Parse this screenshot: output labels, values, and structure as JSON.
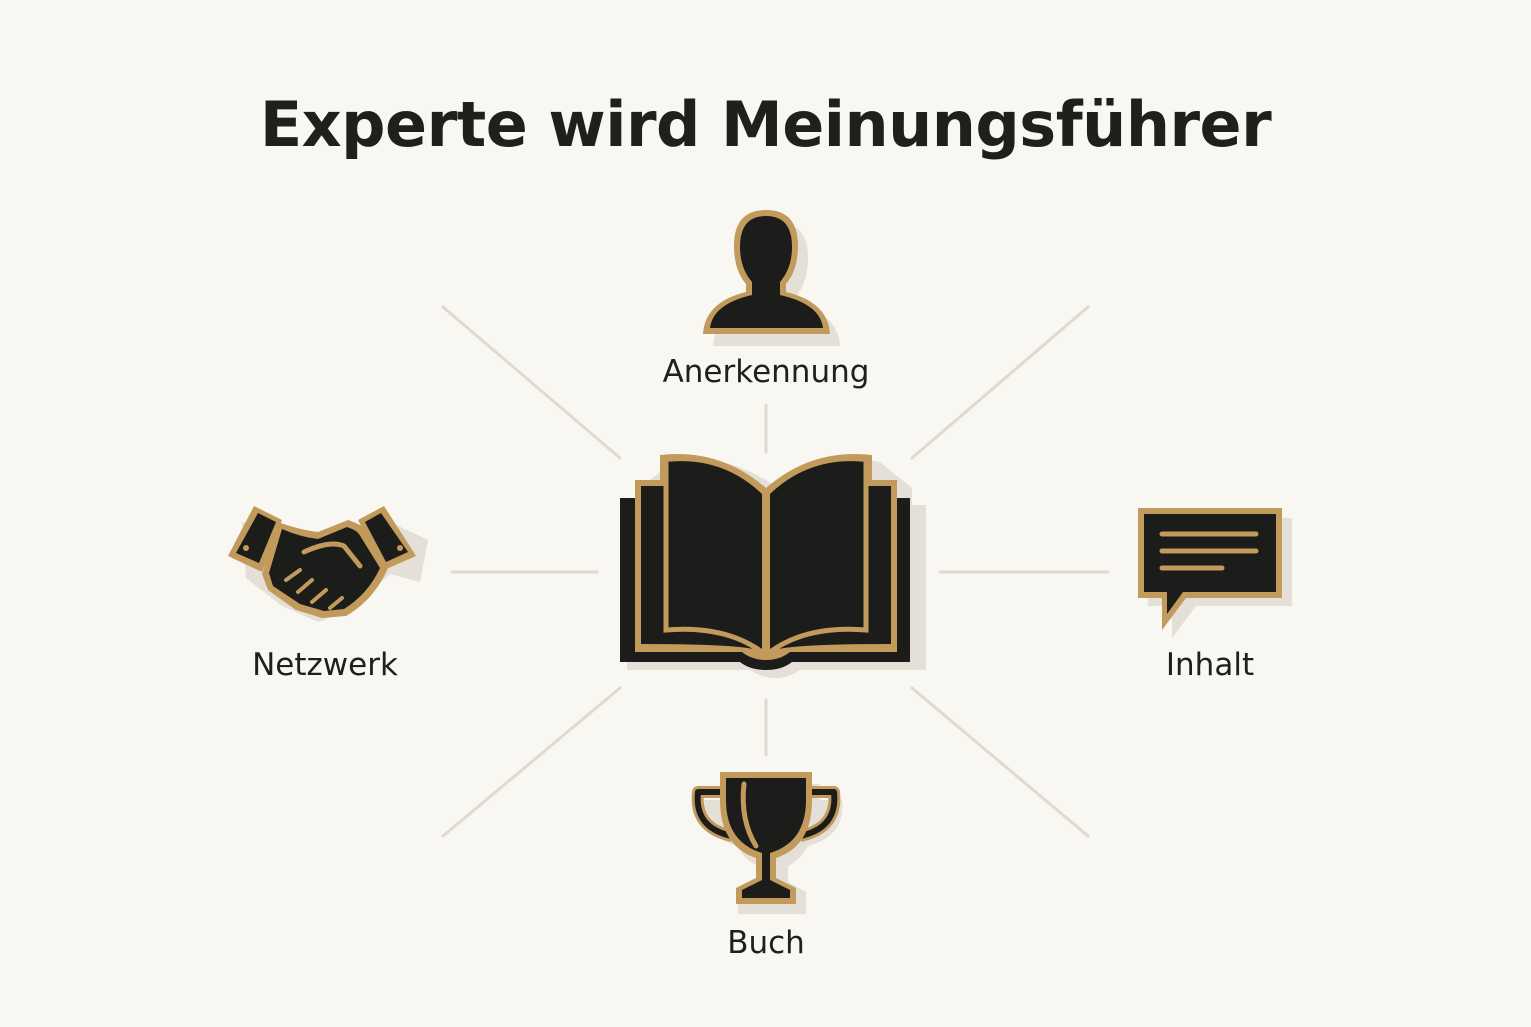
{
  "title": "Experte wird Meinungsführer",
  "center": {
    "icon": "open-book-icon"
  },
  "nodes": {
    "top": {
      "label": "Anerkennung",
      "icon": "person-icon"
    },
    "left": {
      "label": "Netzwerk",
      "icon": "handshake-icon"
    },
    "right": {
      "label": "Inhalt",
      "icon": "speech-bubble-icon"
    },
    "bottom": {
      "label": "Buch",
      "icon": "trophy-icon"
    }
  },
  "colors": {
    "background": "#f9f7f1",
    "icon_fill": "#1c1c1a",
    "icon_accent": "#c19a5c",
    "connector": "#dddad2",
    "text": "#1f1f1d"
  }
}
